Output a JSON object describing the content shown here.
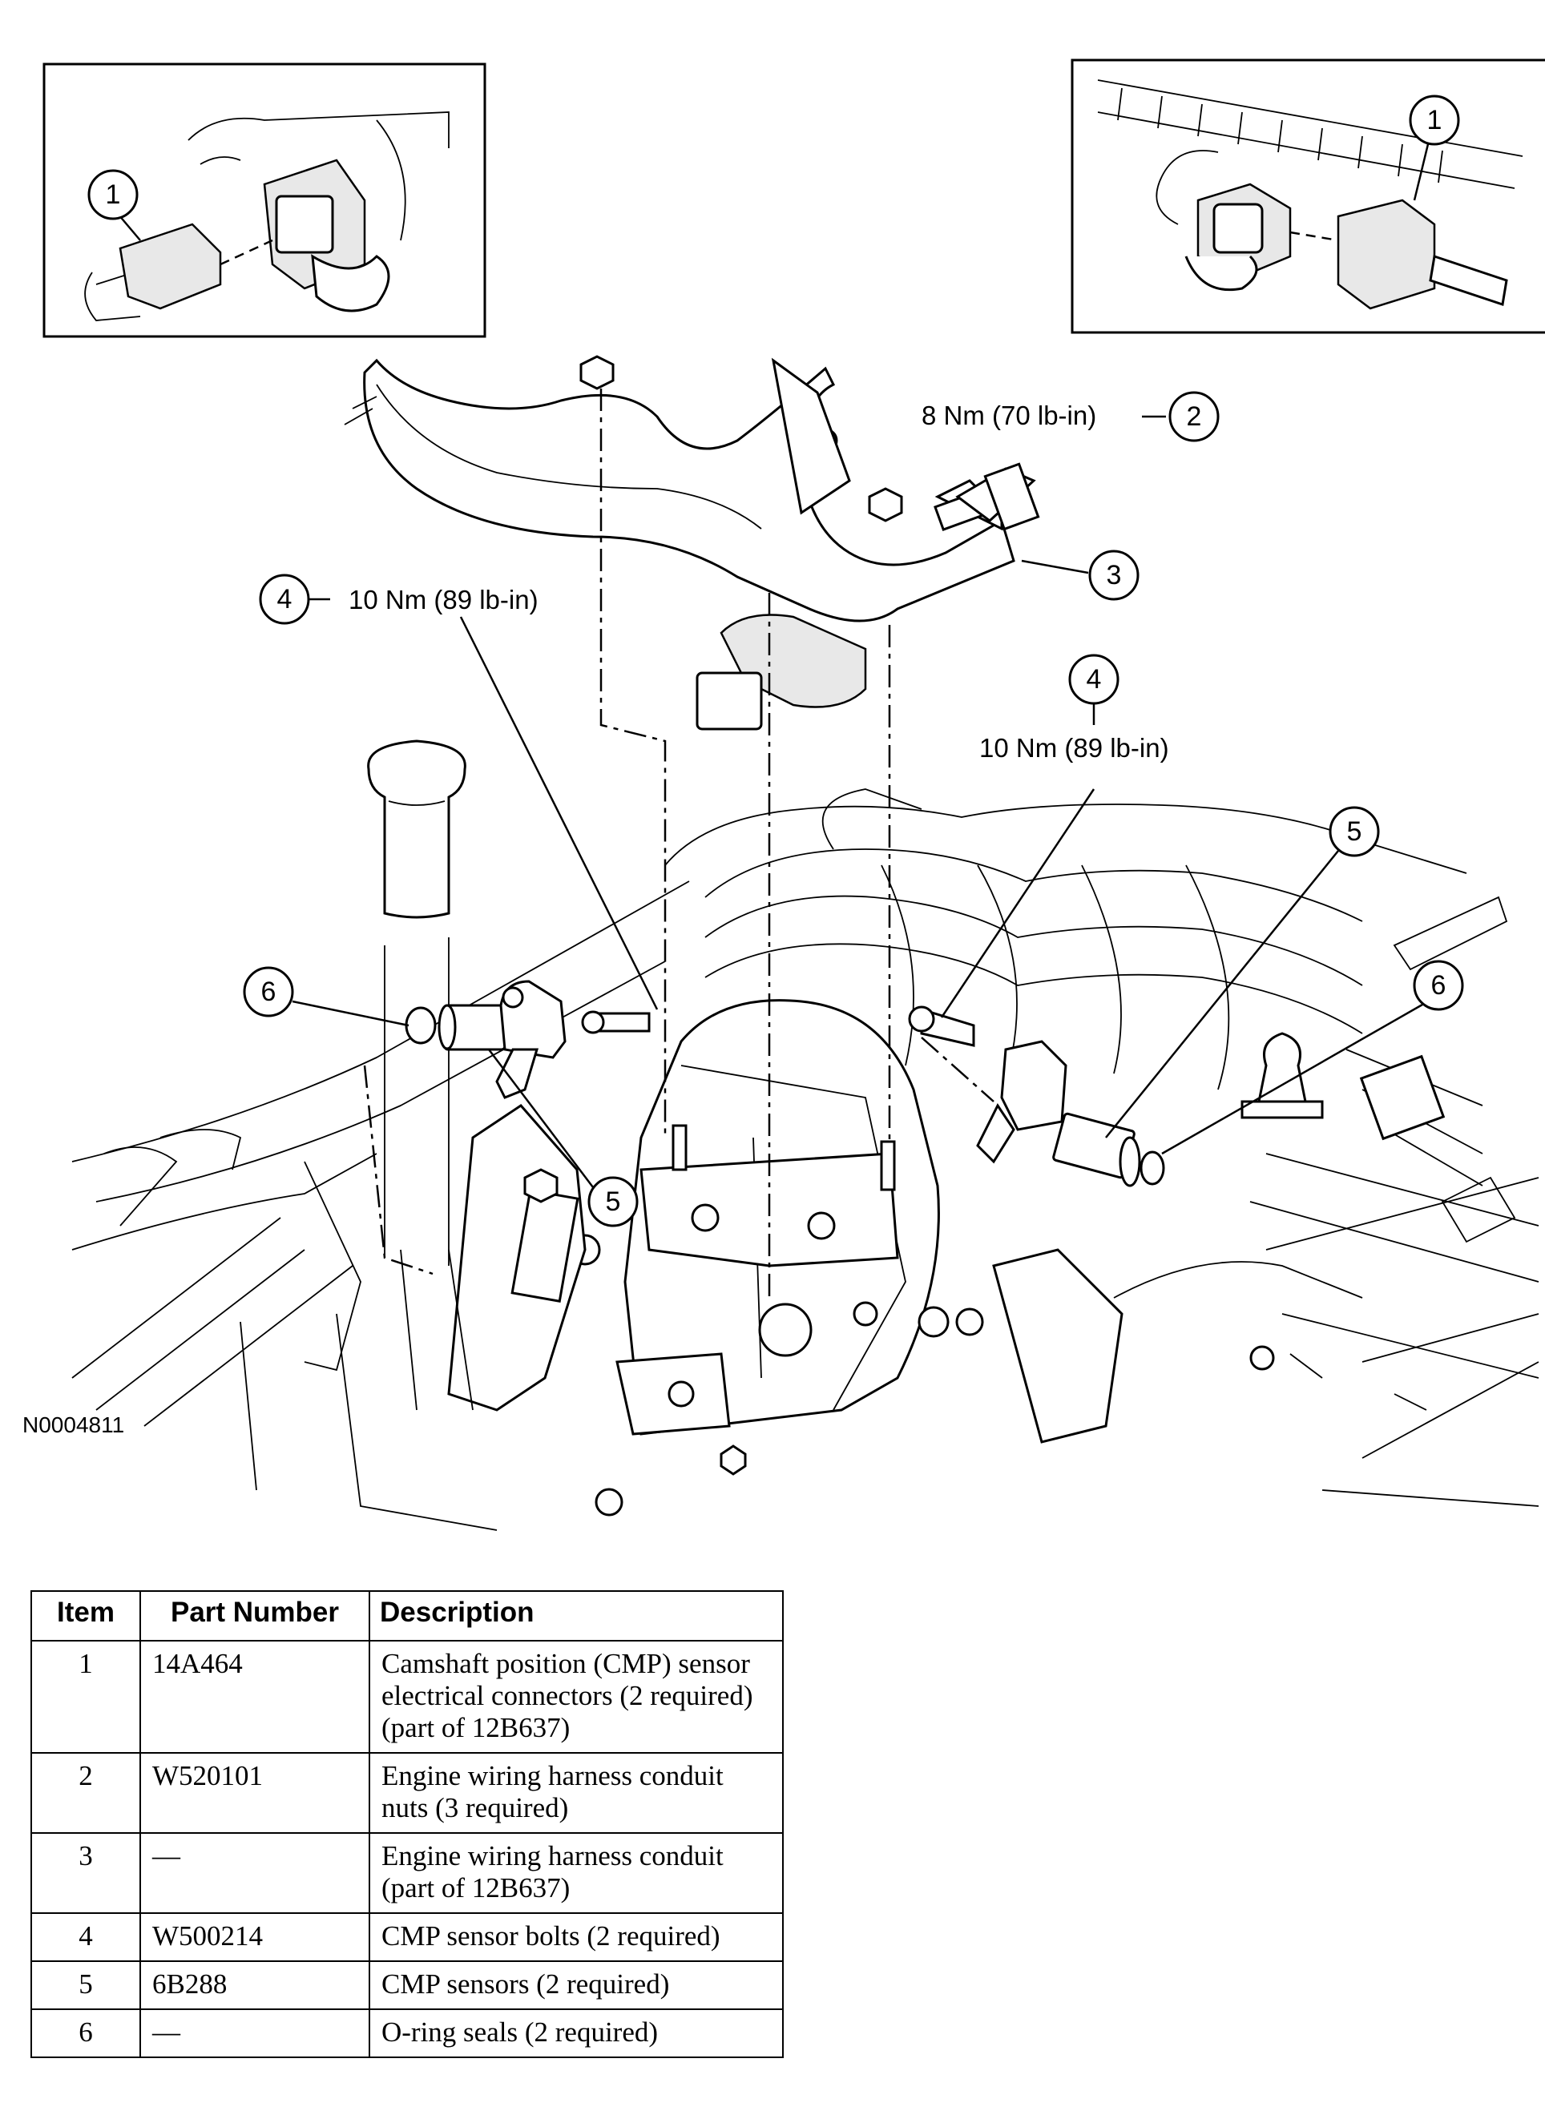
{
  "figure": {
    "reference_id": "N0004811",
    "callouts": {
      "inset_left": "1",
      "inset_right": "1",
      "nut": "2",
      "conduit": "3",
      "bolt_left": "4",
      "bolt_right": "4",
      "sensor_right": "5",
      "sensor_left": "5",
      "oring_left": "6",
      "oring_right": "6"
    },
    "torque": {
      "nut": "8 Nm (70 lb-in)",
      "bolt_left": "10 Nm (89 lb-in)",
      "bolt_right": "10 Nm (89 lb-in)"
    }
  },
  "table": {
    "headers": {
      "item": "Item",
      "part_number": "Part Number",
      "description": "Description"
    },
    "rows": [
      {
        "item": "1",
        "part_number": "14A464",
        "description": "Camshaft position (CMP) sensor electrical connectors (2 required) (part of 12B637)"
      },
      {
        "item": "2",
        "part_number": "W520101",
        "description": "Engine wiring harness conduit nuts (3 required)"
      },
      {
        "item": "3",
        "part_number": "—",
        "description": "Engine wiring harness conduit (part of 12B637)"
      },
      {
        "item": "4",
        "part_number": "W500214",
        "description": "CMP sensor bolts (2 required)"
      },
      {
        "item": "5",
        "part_number": "6B288",
        "description": "CMP sensors (2 required)"
      },
      {
        "item": "6",
        "part_number": "—",
        "description": "O-ring seals (2 required)"
      }
    ]
  }
}
